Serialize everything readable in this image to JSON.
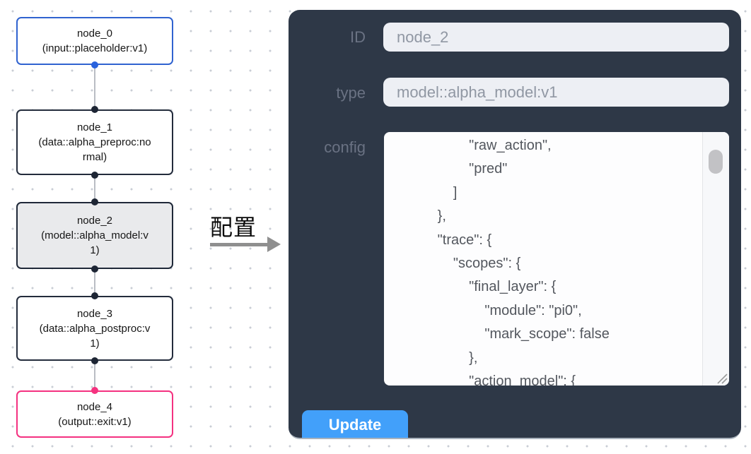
{
  "canvas": {
    "nodes": [
      {
        "id": "node_0",
        "type_label": "(input::placeholder:v1)",
        "variant": "input"
      },
      {
        "id": "node_1",
        "type_label": "(data::alpha_preproc:normal)",
        "variant": "default"
      },
      {
        "id": "node_2",
        "type_label": "(model::alpha_model:v1)",
        "variant": "selected"
      },
      {
        "id": "node_3",
        "type_label": "(data::alpha_postproc:v1)",
        "variant": "default"
      },
      {
        "id": "node_4",
        "type_label": "(output::exit:v1)",
        "variant": "output"
      }
    ],
    "colors": {
      "input_node_border": "#3063d0",
      "default_node_border": "#232c3c",
      "selected_node_bg": "#e9eaec",
      "output_node_border": "#f43180",
      "input_port": "#2962dd",
      "default_port": "#1d2534",
      "output_port": "#f5327f",
      "edge": "#b9bdc4"
    }
  },
  "transition": {
    "label": "配置"
  },
  "panel": {
    "colors": {
      "panel_bg": "#2e3847",
      "field_bg": "#edeff4",
      "button_bg": "#42a0fa"
    },
    "fields": [
      {
        "label": "ID",
        "value": "node_2"
      },
      {
        "label": "type",
        "value": "model::alpha_model:v1"
      },
      {
        "label": "config"
      }
    ],
    "config_text": "                    \"raw_action\",\n                    \"pred\"\n                ]\n            },\n            \"trace\": {\n                \"scopes\": {\n                    \"final_layer\": {\n                        \"module\": \"pi0\",\n                        \"mark_scope\": false\n                    },\n                    \"action_model\": {",
    "update_label": "Update"
  }
}
